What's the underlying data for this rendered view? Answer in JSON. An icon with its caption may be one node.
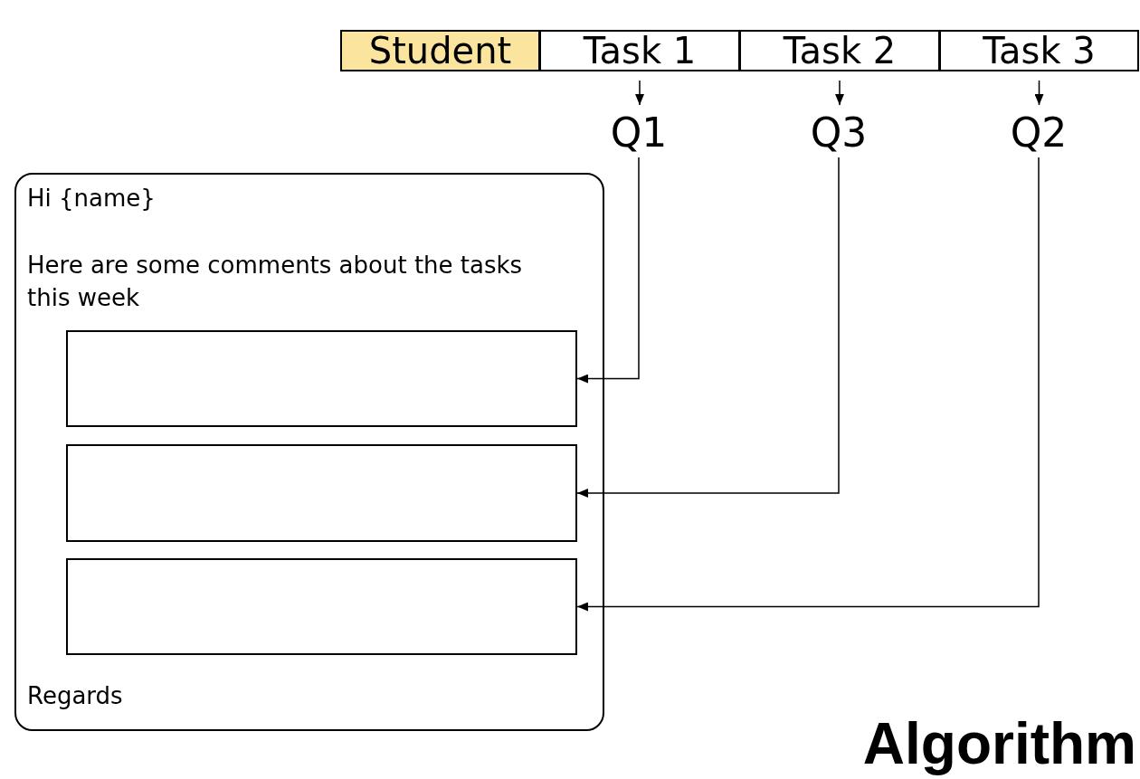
{
  "diagram": {
    "nodes": [
      {
        "text": [
          "Student"
        ]
      },
      {
        "text": [
          "Task 1"
        ]
      },
      {
        "text": [
          "Task 2"
        ]
      },
      {
        "text": [
          "Task 3"
        ]
      },
      {
        "text": [
          "Q1"
        ]
      },
      {
        "text": [
          "Q3"
        ]
      },
      {
        "text": [
          "Q2"
        ]
      },
      {
        "text": [
          "Hi {name}",
          "Here are some comments about the tasks this week",
          "Regards"
        ]
      },
      {
        "text": [],
        "shape": "box",
        "in": 7
      },
      {
        "text": [],
        "shape": "box",
        "in": 7
      },
      {
        "text": [],
        "shape": "box",
        "in": 7
      }
    ],
    "edges": [
      {
        "from": 1,
        "to": 4,
        "arrow": "to"
      },
      {
        "from": 2,
        "to": 5,
        "arrow": "to"
      },
      {
        "from": 3,
        "to": 6,
        "arrow": "to"
      },
      {
        "from": 4,
        "to": 8,
        "arrow": "to"
      },
      {
        "from": 5,
        "to": 9,
        "arrow": "to"
      },
      {
        "from": 6,
        "to": 10,
        "arrow": "to"
      }
    ],
    "labels": [
      "Algorithm"
    ]
  }
}
